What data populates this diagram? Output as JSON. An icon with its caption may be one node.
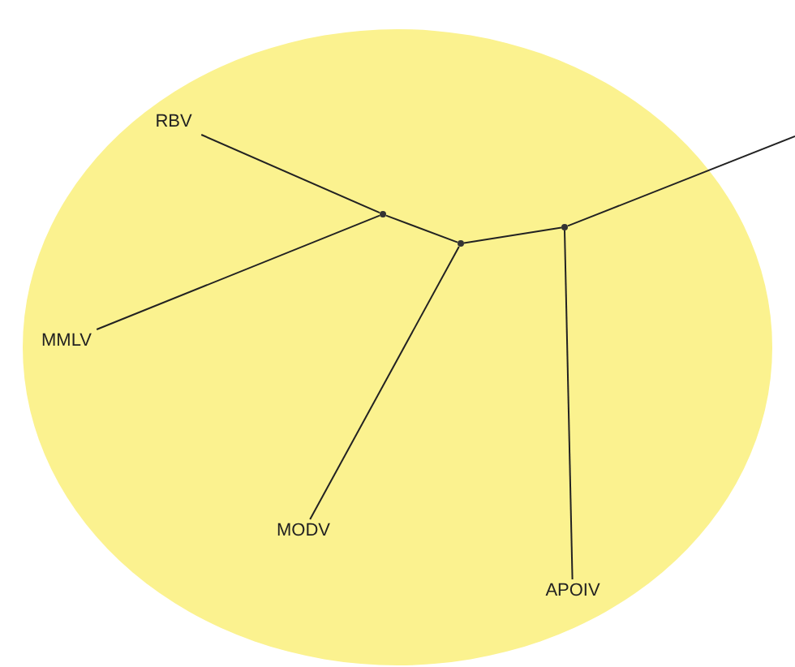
{
  "diagram": {
    "nodes": [
      {
        "text": [],
        "shape": "ellipse"
      },
      {
        "text": [
          "RBV"
        ],
        "in": 0
      },
      {
        "text": [],
        "shape": "point",
        "in": 0
      },
      {
        "text": [],
        "shape": "point",
        "in": 0
      },
      {
        "text": [],
        "shape": "point",
        "in": 0
      },
      {
        "text": [
          "MMLV"
        ],
        "in": 0
      },
      {
        "text": [
          "MODV"
        ],
        "in": 0
      },
      {
        "text": [
          "APOIV"
        ],
        "in": 0
      }
    ],
    "edges": [
      {
        "from": 2,
        "to": 1,
        "arrow": "none"
      },
      {
        "from": 2,
        "to": 5,
        "arrow": "none"
      },
      {
        "from": 2,
        "to": 3,
        "arrow": "none"
      },
      {
        "from": 3,
        "to": 6,
        "arrow": "none"
      },
      {
        "from": 3,
        "to": 4,
        "arrow": "none"
      },
      {
        "from": 4,
        "to": 7,
        "arrow": "none"
      },
      {
        "from": 4,
        "to": null,
        "arrow": "none"
      }
    ]
  }
}
